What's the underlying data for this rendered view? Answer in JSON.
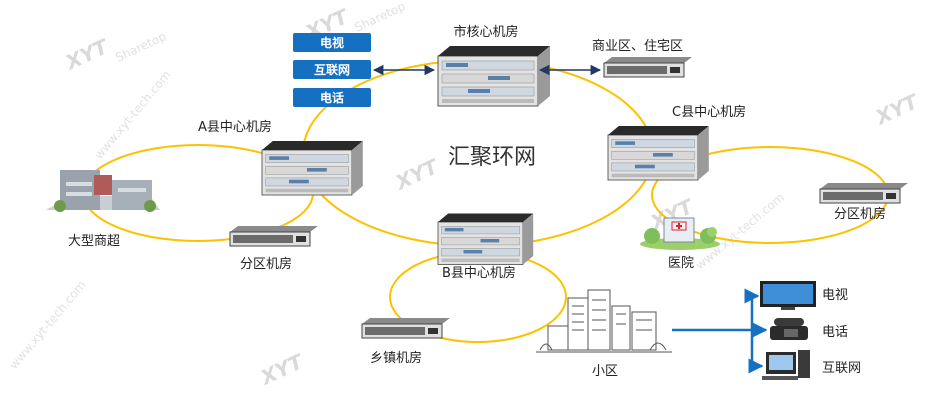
{
  "ring": {
    "title": "汇聚环网",
    "color": "#FCC200"
  },
  "nodes": {
    "city_core": "市核心机房",
    "county_a": "A县中心机房",
    "county_b": "B县中心机房",
    "county_c": "C县中心机房",
    "district_a": "分区机房",
    "district_c": "分区机房",
    "township": "乡镇机房",
    "mall": "大型商超",
    "hospital": "医院",
    "residential_area": "小区",
    "business_zone": "商业区、住宅区"
  },
  "services_left": [
    "电视",
    "互联网",
    "电话"
  ],
  "services_right": {
    "tv": "电视",
    "phone": "电话",
    "internet": "互联网"
  },
  "watermark": {
    "brand": "XYT",
    "sub": "Sharetop",
    "url": "www.xyt-tech.com"
  },
  "colors": {
    "service_box": "#1670C2",
    "arrow_dark": "#1F3864",
    "arrow_blue": "#1670C2"
  }
}
